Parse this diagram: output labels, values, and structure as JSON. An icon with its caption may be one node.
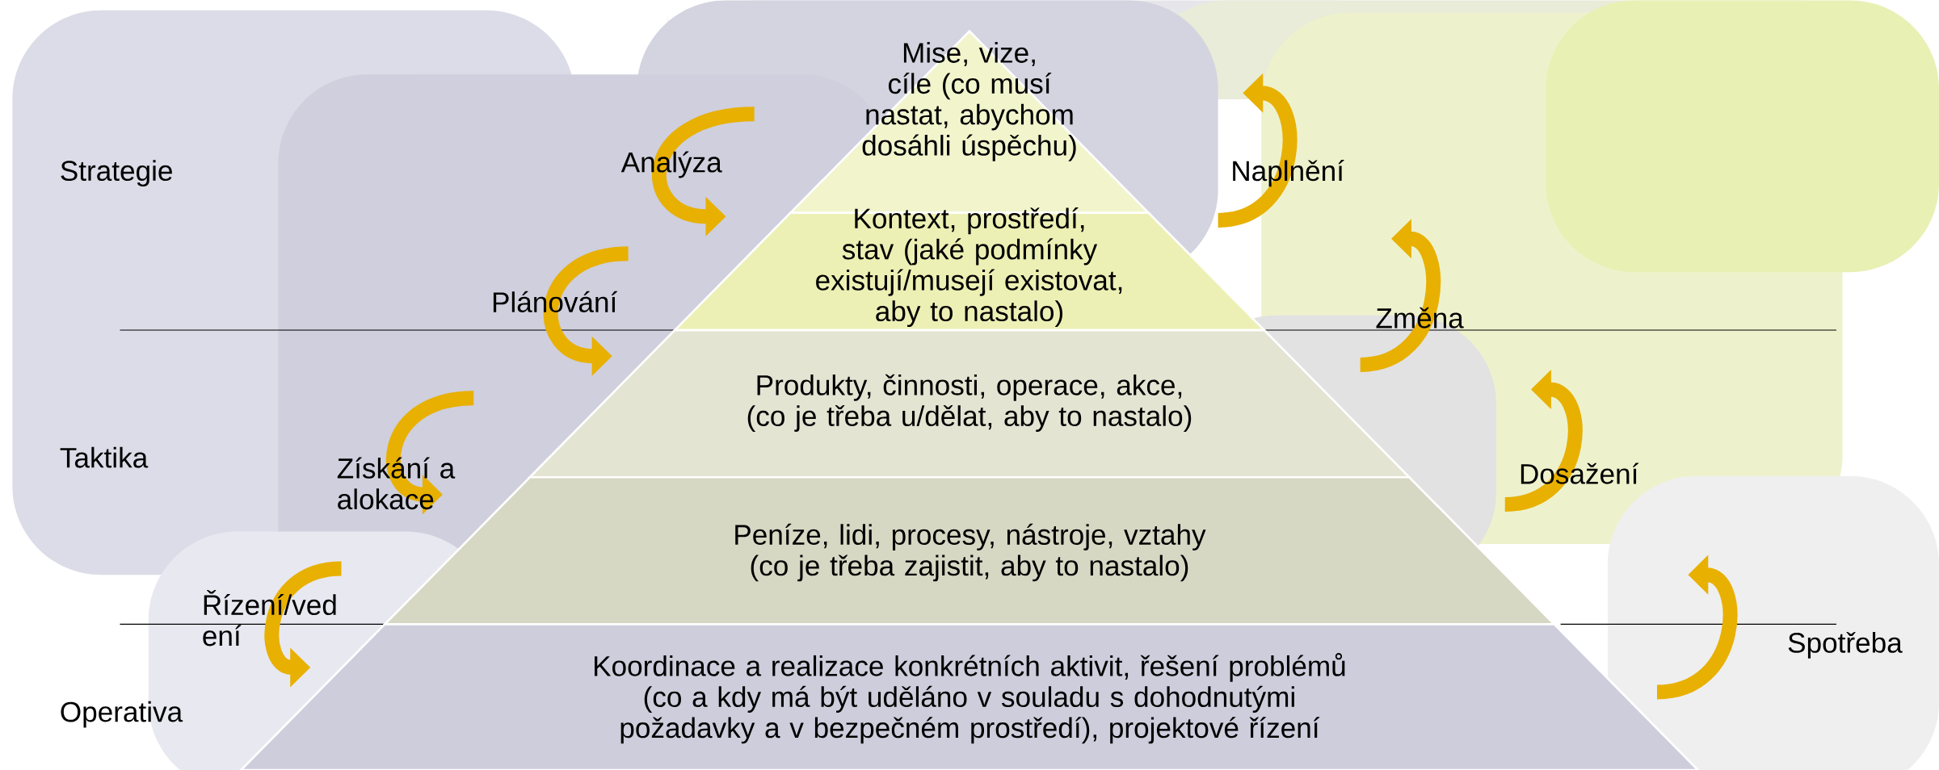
{
  "diagram": {
    "nodes": [
      {
        "text": [
          "Mise, vize, cíle (co musí nastat, abychom dosáhli úspěchu)"
        ]
      },
      {
        "text": [
          "Kontext, prostředí, stav (jaké podmínky existují/musejí existovat, aby to nastalo)"
        ]
      },
      {
        "text": [
          "Produkty, činnosti, operace, akce, (co je třeba u/dělat, aby to nastalo)"
        ]
      },
      {
        "text": [
          "Peníze, lidi, procesy, nástroje, vztahy (co je třeba zajistit, aby to nastalo)"
        ]
      },
      {
        "text": [
          "Koordinace a realizace konkrétních aktivit, řešení problémů (co a kdy má být uděláno v souladu s dohodnutými požadavky a v bezpečném prostředí), projektové řízení"
        ]
      }
    ],
    "labels": [
      "Strategie",
      "Analýza",
      "Naplnění",
      "Plánování",
      "Změna",
      "Taktika",
      "Získání a alokace",
      "Dosažení",
      "Řízení/ved ení",
      "Spotřeba",
      "Operativa"
    ]
  }
}
